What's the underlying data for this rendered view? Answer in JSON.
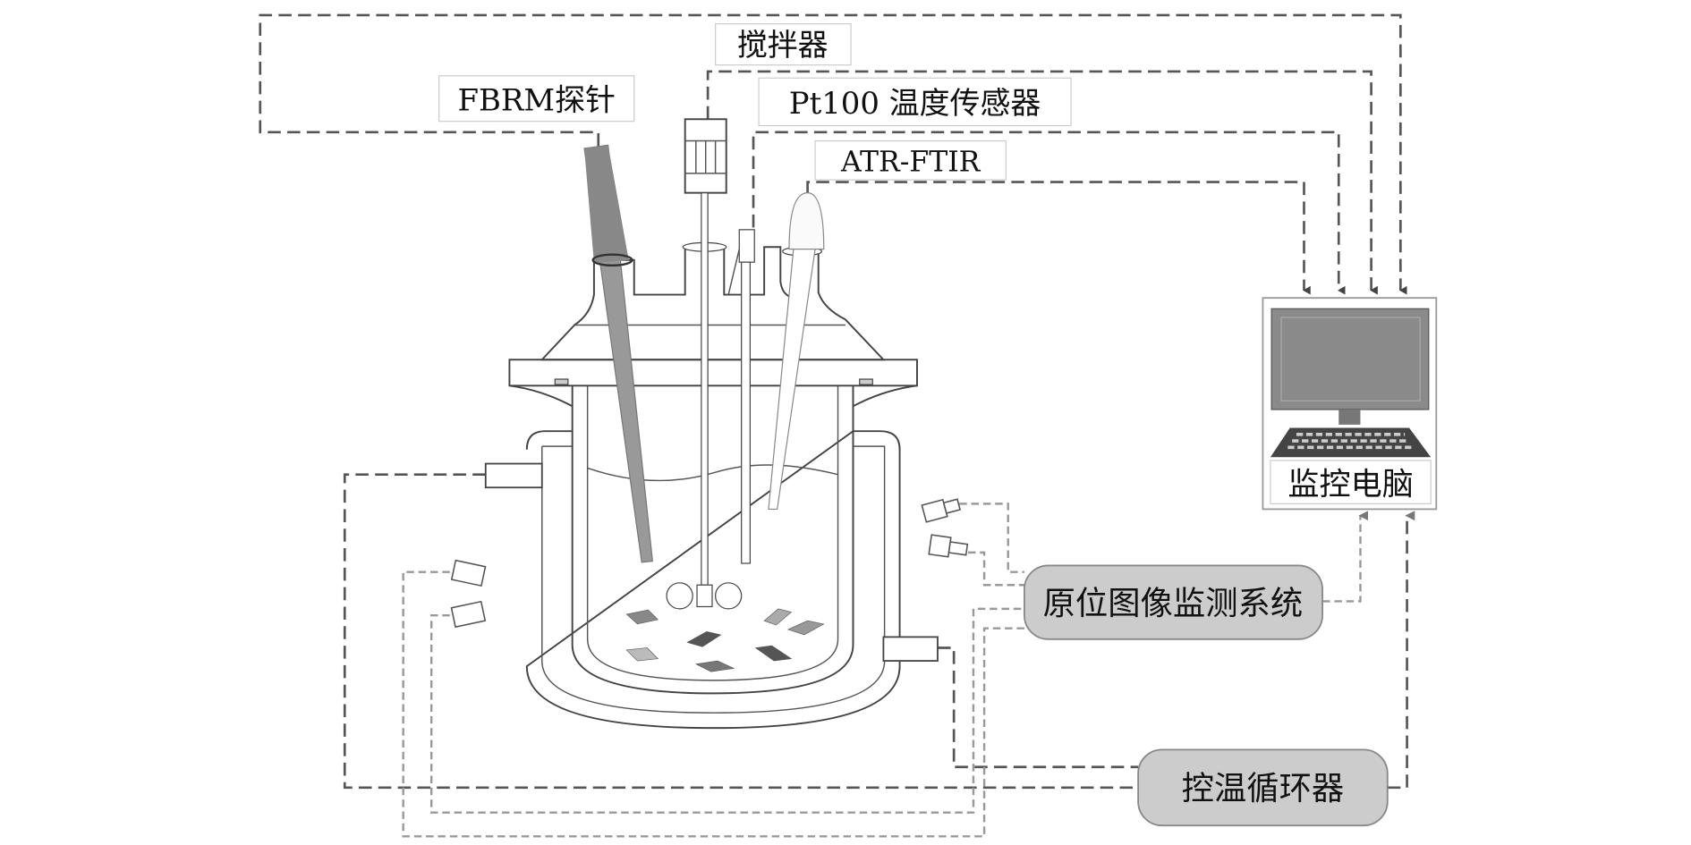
{
  "labels": {
    "stirrer": "搅拌器",
    "fbrm": "FBRM探针",
    "pt100": "Pt100 温度传感器",
    "atr": "ATR-FTIR",
    "computer": "监控电脑",
    "imaging": "原位图像监测系统",
    "thermostat": "控温循环器"
  },
  "colors": {
    "probe": "#999999",
    "box": "#cccccc",
    "line": "#555555",
    "screen": "#8a8a8a"
  }
}
